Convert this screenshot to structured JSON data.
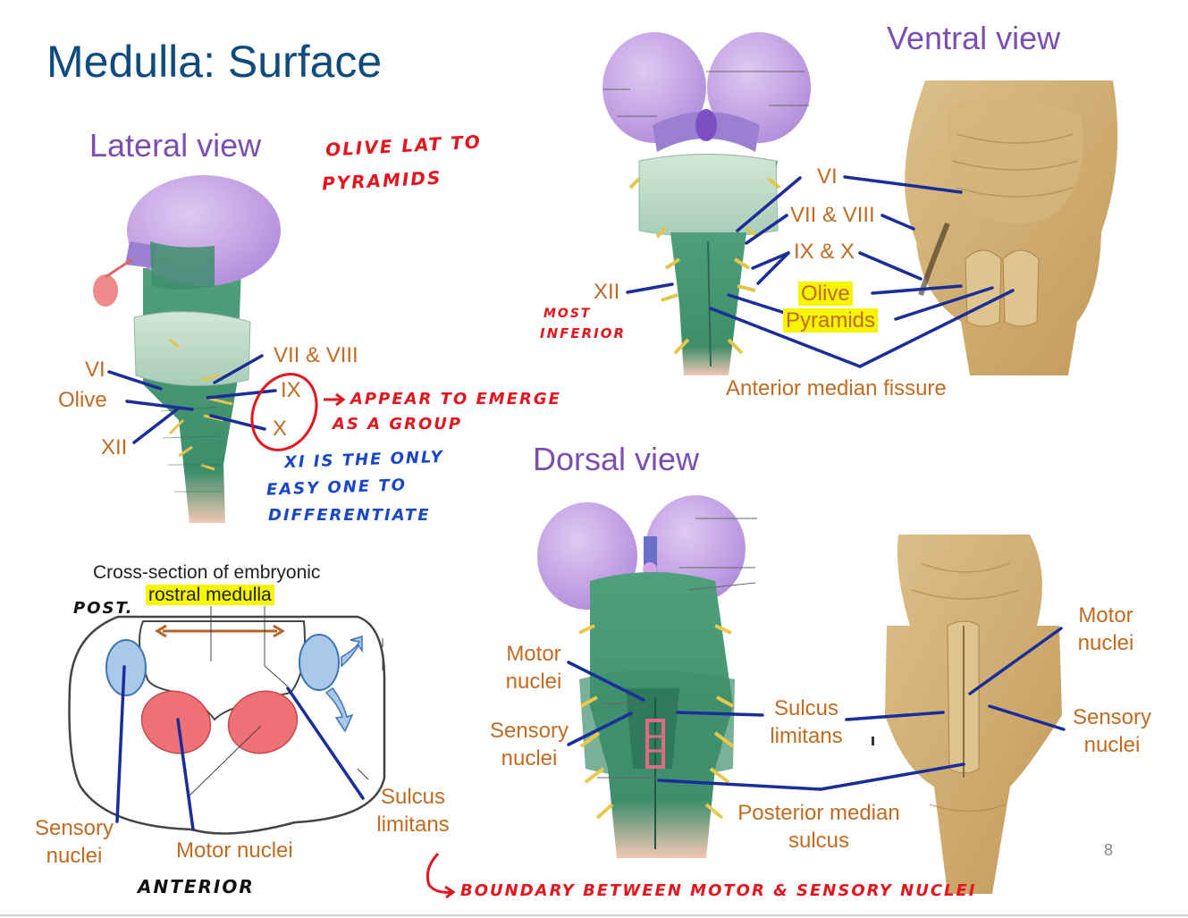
{
  "title": "Medulla: Surface",
  "page_number": "8",
  "lateral": {
    "heading": "Lateral view",
    "labels": {
      "vi": "VI",
      "olive": "Olive",
      "xii": "XII",
      "vii_viii": "VII & VIII",
      "ix": "IX",
      "x": "X"
    },
    "note_olive": [
      "OLIVE LAT TO",
      "PYRAMIDS"
    ],
    "note_group": [
      "APPEAR TO EMERGE",
      "AS A GROUP"
    ],
    "note_xi": [
      "XI IS THE ONLY",
      "EASY ONE TO",
      "DIFFERENTIATE"
    ]
  },
  "ventral": {
    "heading": "Ventral view",
    "labels": {
      "vi": "VI",
      "vii_viii": "VII & VIII",
      "ix_x": "IX & X",
      "xii": "XII",
      "olive": "Olive",
      "pyramids": "Pyramids",
      "fissure": "Anterior median fissure"
    },
    "note_inferior": [
      "MOST",
      "INFERIOR"
    ]
  },
  "dorsal": {
    "heading": "Dorsal view",
    "labels": {
      "motor_left": [
        "Motor",
        "nuclei"
      ],
      "sensory_left": [
        "Sensory",
        "nuclei"
      ],
      "sulcus": [
        "Sulcus",
        "limitans"
      ],
      "posterior": [
        "Posterior median",
        "sulcus"
      ],
      "motor_right": [
        "Motor",
        "nuclei"
      ],
      "sensory_right": [
        "Sensory",
        "nuclei"
      ]
    }
  },
  "cross_section": {
    "caption_1": "Cross-section of embryonic",
    "caption_2": "rostral medulla",
    "labels": {
      "sensory": [
        "Sensory",
        "nuclei"
      ],
      "motor": "Motor nuclei",
      "sulcus": [
        "Sulcus",
        "limitans"
      ]
    },
    "note_post": "POST.",
    "note_anterior": "ANTERIOR"
  },
  "bottom_note": "BOUNDARY BETWEEN MOTOR & SENSORY NUCLEI",
  "colors": {
    "title": "#0f4b7d",
    "heading": "#7b4fb0",
    "label": "#c26a22",
    "pointer": "#1a2e99",
    "annotation_red": "#e3151e",
    "annotation_blue": "#1a47c8",
    "highlight": "#f6f600"
  }
}
